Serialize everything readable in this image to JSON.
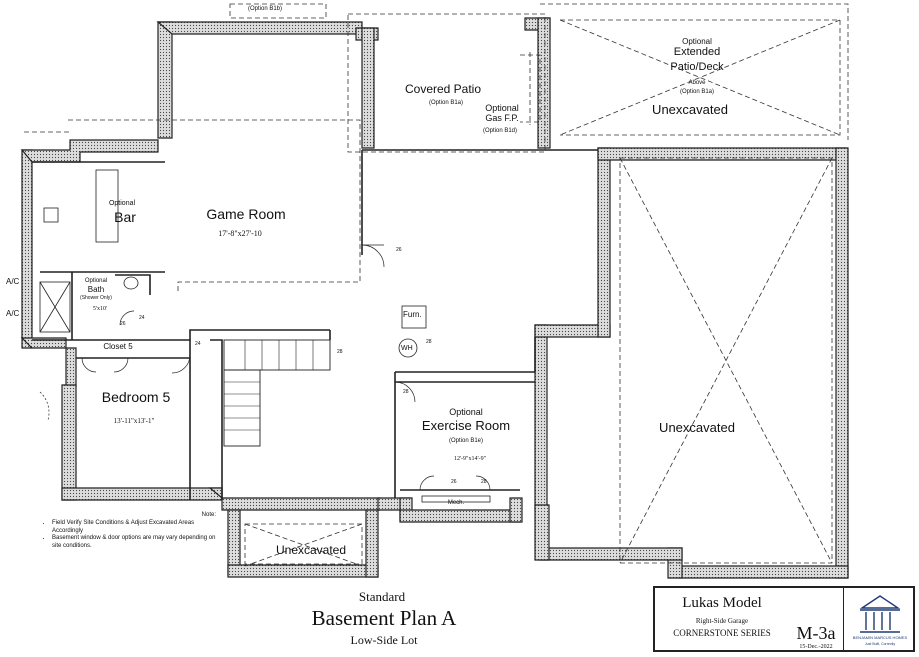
{
  "rooms": {
    "game_room": {
      "name": "Game Room",
      "dims": "17'-8\"x27'-10"
    },
    "bar": {
      "optional": "Optional",
      "name": "Bar"
    },
    "bath": {
      "optional": "Optional",
      "name": "Bath",
      "note": "(Shower Only)",
      "dims": "5'x10'"
    },
    "closet": {
      "name": "Closet 5"
    },
    "bedroom": {
      "name": "Bedroom 5",
      "dims": "13'-11\"x13'-1\""
    },
    "covered_patio": {
      "name": "Covered Patio",
      "option": "(Option B1a)"
    },
    "gas_fp": {
      "optional": "Optional",
      "name": "Gas F.P.",
      "option": "(Option B1d)"
    },
    "extended_patio": {
      "optional": "Optional",
      "line1": "Extended",
      "line2": "Patio/Deck",
      "above": "Above",
      "option": "(Option B1a)"
    },
    "unexcavated_top": "Unexcavated",
    "unexcavated_right": "Unexcavated",
    "unexcavated_bottom": "Unexcavated",
    "exercise": {
      "optional": "Optional",
      "name": "Exercise Room",
      "option": "(Option B1e)",
      "dims": "12'-9\"x14'-9\""
    },
    "furn": "Furn.",
    "wh": "WH",
    "mech": "Mech.",
    "ac1": "A/C",
    "ac2": "A/C"
  },
  "option_top": "(Option B1b)",
  "door_marks": {
    "d1": "26",
    "d2": "28",
    "d3": "24",
    "d4": "24",
    "d5": "28",
    "d6": "26",
    "d7": "28",
    "d8": "26",
    "d9": "28"
  },
  "notes": {
    "heading": "Note:",
    "items": [
      "Field Verify Site Conditions & Adjust Excavated Areas Accordingly",
      "Basement window & door options are may vary depending on site conditions."
    ]
  },
  "title": {
    "standard": "Standard",
    "plan": "Basement Plan A",
    "lot": "Low-Side Lot"
  },
  "title_block": {
    "model": "Lukas Model",
    "garage": "Right-Side Garage",
    "series": "CORNERSTONE SERIES",
    "sheet": "M-3a",
    "date": "15-Dec.-2022",
    "builder": "BENJAMIN MARCUS HOMES",
    "builder_tag": "Just Built, Correctly"
  },
  "colors": {
    "line": "#222222",
    "hatch": "#555555",
    "logo": "#1f3b73"
  }
}
